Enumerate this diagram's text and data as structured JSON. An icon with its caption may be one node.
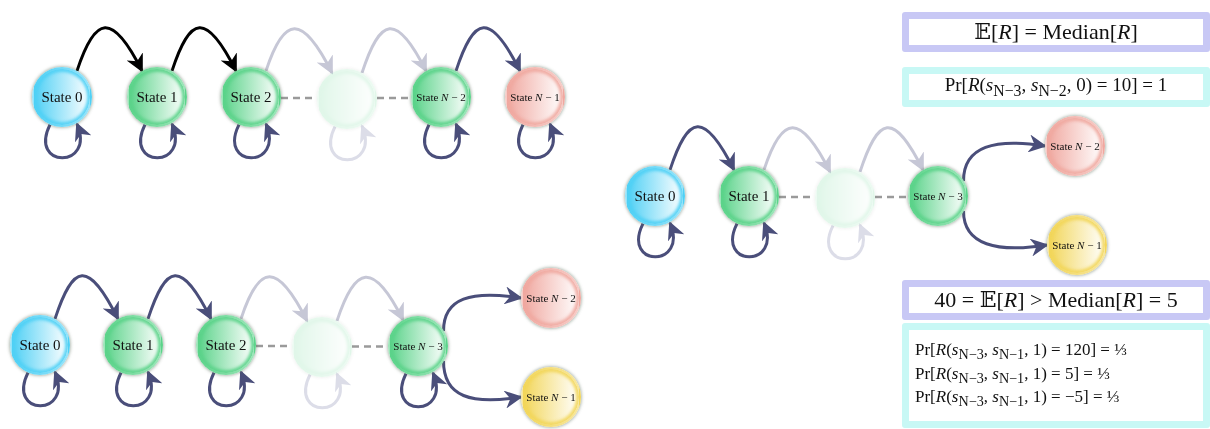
{
  "diagram": {
    "nodes": [
      {
        "text": [
          "State 0"
        ]
      },
      {
        "text": [
          "State 1"
        ]
      },
      {
        "text": [
          "State 2"
        ]
      },
      {
        "text": [],
        "shape": "circle"
      },
      {
        "text": [
          "State *N* − 2"
        ]
      },
      {
        "text": [
          "State *N* − 1"
        ]
      },
      {
        "text": [
          "State 0"
        ]
      },
      {
        "text": [
          "State 1"
        ]
      },
      {
        "text": [
          "State 2"
        ]
      },
      {
        "text": [],
        "shape": "circle"
      },
      {
        "text": [
          "State *N* − 3"
        ]
      },
      {
        "text": [
          "State *N* − 2"
        ]
      },
      {
        "text": [
          "State *N* − 1"
        ]
      },
      {
        "text": [
          "𝔼[*R*] = Median[*R*]"
        ]
      },
      {
        "text": [
          "Pr[*R*(*s*$_{N−3}$, *s*$_{N−2}$, 0) = 10] = 1"
        ]
      },
      {
        "text": [
          "State 0"
        ]
      },
      {
        "text": [
          "State 1"
        ]
      },
      {
        "text": [],
        "shape": "circle"
      },
      {
        "text": [
          "State *N* − 3"
        ]
      },
      {
        "text": [
          "State *N* − 2"
        ]
      },
      {
        "text": [
          "State *N* − 1"
        ]
      },
      {
        "text": [
          "40 = 𝔼[*R*] > Median[*R*] = 5"
        ]
      },
      {
        "text": [
          "Pr[*R*(*s*$_{N−3}$, *s*$_{N−1}$, 1) = 120] = ⅓",
          "Pr[*R*(*s*$_{N−3}$, *s*$_{N−1}$, 1) = 5] = ⅓",
          "Pr[*R*(*s*$_{N−3}$, *s*$_{N−1}$, 1) = −5] = ⅓"
        ]
      }
    ],
    "edges": [
      {
        "from": 0,
        "to": 1,
        "arrow": "to",
        "color": "#000000"
      },
      {
        "from": 1,
        "to": 2,
        "arrow": "to",
        "color": "#000000"
      },
      {
        "from": 2,
        "to": 3,
        "arrow": "to",
        "color": "#c6c7d6"
      },
      {
        "from": 3,
        "to": 4,
        "arrow": "to",
        "color": "#c6c7d6"
      },
      {
        "from": 4,
        "to": 5,
        "arrow": "to"
      },
      {
        "from": 2,
        "to": 3,
        "arrow": "none",
        "style": "dashed",
        "color": "#9a9a9a"
      },
      {
        "from": 3,
        "to": 4,
        "arrow": "none",
        "style": "dashed",
        "color": "#9a9a9a"
      },
      {
        "from": 0,
        "to": 0,
        "arrow": "to"
      },
      {
        "from": 1,
        "to": 1,
        "arrow": "to"
      },
      {
        "from": 2,
        "to": 2,
        "arrow": "to"
      },
      {
        "from": 3,
        "to": 3,
        "arrow": "to",
        "color": "#dcdde8"
      },
      {
        "from": 4,
        "to": 4,
        "arrow": "to"
      },
      {
        "from": 5,
        "to": 5,
        "arrow": "to"
      },
      {
        "from": 6,
        "to": 7,
        "arrow": "to"
      },
      {
        "from": 7,
        "to": 8,
        "arrow": "to"
      },
      {
        "from": 8,
        "to": 9,
        "arrow": "to",
        "color": "#c6c7d6"
      },
      {
        "from": 9,
        "to": 10,
        "arrow": "to",
        "color": "#c6c7d6"
      },
      {
        "from": 10,
        "to": 11,
        "arrow": "to"
      },
      {
        "from": 10,
        "to": 12,
        "arrow": "to"
      },
      {
        "from": 8,
        "to": 9,
        "arrow": "none",
        "style": "dashed",
        "color": "#9a9a9a"
      },
      {
        "from": 9,
        "to": 10,
        "arrow": "none",
        "style": "dashed",
        "color": "#9a9a9a"
      },
      {
        "from": 6,
        "to": 6,
        "arrow": "to"
      },
      {
        "from": 7,
        "to": 7,
        "arrow": "to"
      },
      {
        "from": 8,
        "to": 8,
        "arrow": "to"
      },
      {
        "from": 9,
        "to": 9,
        "arrow": "to",
        "color": "#dcdde8"
      },
      {
        "from": 10,
        "to": 10,
        "arrow": "to"
      },
      {
        "from": 15,
        "to": 16,
        "arrow": "to"
      },
      {
        "from": 16,
        "to": 17,
        "arrow": "to",
        "color": "#c6c7d6"
      },
      {
        "from": 17,
        "to": 18,
        "arrow": "to",
        "color": "#c6c7d6"
      },
      {
        "from": 18,
        "to": 19,
        "arrow": "to"
      },
      {
        "from": 18,
        "to": 20,
        "arrow": "to"
      },
      {
        "from": 16,
        "to": 17,
        "arrow": "none",
        "style": "dashed",
        "color": "#9a9a9a"
      },
      {
        "from": 17,
        "to": 18,
        "arrow": "none",
        "style": "dashed",
        "color": "#9a9a9a"
      },
      {
        "from": 15,
        "to": 15,
        "arrow": "to"
      },
      {
        "from": 16,
        "to": 16,
        "arrow": "to"
      },
      {
        "from": 17,
        "to": 17,
        "arrow": "to",
        "color": "#dcdde8"
      }
    ]
  }
}
